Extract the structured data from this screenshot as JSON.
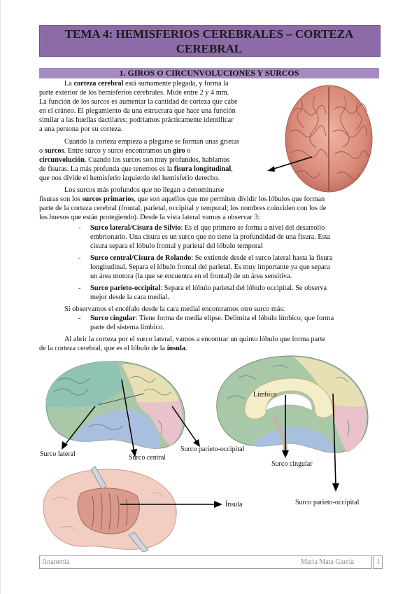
{
  "title": {
    "line1": "TEMA 4: HEMISFERIOS CEREBRALES – CORTEZA",
    "line2": "CEREBRAL"
  },
  "section": "1. GIROS O CIRCUNVOLUCIONES Y SURCOS",
  "p1": {
    "l1a": "La ",
    "l1b": "corteza cerebral",
    "l1c": " está sumamente plegada, y forma la",
    "l2": "parte exterior de los hemisferios cerebrales. Mide entre 2 y 4 mm.",
    "l3": "La función de los surcos es aumentar la cantidad de corteza que cabe",
    "l4": "en el cráneo. El plegamiento da una estructura que hace una función",
    "l5": "similar a las huellas dactilares; podríamos prácticamente identificar",
    "l6": "a una persona por su corteza."
  },
  "p2": {
    "l1": "Cuando la corteza empieza a plegarse se forman unas grietas",
    "l2a": "o ",
    "l2b": "surcos",
    "l2c": ". Entre surco y surco encontramos un ",
    "l2d": "giro",
    "l2e": " o",
    "l3a": "circunvolución",
    "l3b": ". Cuando los surcos son muy profundos, hablamos",
    "l4a": "de fisuras. La más profunda que tenemos es la ",
    "l4b": "fisura longitudinal",
    "l4c": ",",
    "l5": "que nos divide el hemisferio izquierdo del hemisferio derecho."
  },
  "p3": {
    "l1": "Los surcos más profundos que no llegan a denominarse",
    "l2a": "fisuras son los ",
    "l2b": "surcos primarios",
    "l2c": ", que son aquellos que me permiten dividir los lóbulos que forman",
    "l3": "parte de la corteza cerebral (frontal, parietal, occipital y temporal; los nombres coinciden con los de",
    "l4": "los huesos que están protegiendo). Desde la vista lateral vamos a observar 3:"
  },
  "bullets": [
    {
      "dash": "-",
      "term": "Surco lateral/Cisura de Silvio",
      "l1": ": Es el que primero se forma a nivel del desarrollo",
      "l2": "embrionario. Una cisura es un surco que no tiene la profundidad de una fisura. Esta",
      "l3": "cisura separa el lóbulo frontal y parietal del lóbulo temporal"
    },
    {
      "dash": "-",
      "term": "Surco central/Cisura de Rolando",
      "l1": ": Se extiende desde el surco lateral hasta la fisura",
      "l2": "longitudinal. Separa el lóbulo frontal del parietal. Es muy importante ya que separa",
      "l3": "un área motora (la que se encuentra en el frontal) de un área sensitiva."
    },
    {
      "dash": "-",
      "term": "Surco parieto-occipital",
      "l1": ": Separa el lóbulo parietal del lóbulo occipital. Se observa",
      "l2": "mejor desde la cara medial."
    }
  ],
  "p4": "Si observamos el encéfalo desde la cara medial encontramos otro surco más:",
  "bullet4": {
    "dash": "-",
    "term": "Surco cingular",
    "l1": ": Tiene forma de media elipse. Delimita el lóbulo límbico, que forma",
    "l2": "parte del sistema límbico."
  },
  "p5": {
    "l1": "Al abrir la corteza por el surco lateral, vamos a encontrar un quinto lóbulo que forma parte",
    "l2a": "de la corteza cerebral, que es el lóbulo de la ",
    "l2b": "ínsula",
    "l2c": "."
  },
  "labels": {
    "surco_lateral": "Surco lateral",
    "surco_central": "Surco central",
    "surco_parieto_1": "Surco parieto-occipital",
    "limbico": "Límbico",
    "surco_cingular": "Surco cingular",
    "surco_parieto_2": "Surco parieto-occipital",
    "insula": "Ínsula"
  },
  "footer": {
    "left": "Anatomía",
    "right": "María Mata García",
    "page": "1"
  }
}
